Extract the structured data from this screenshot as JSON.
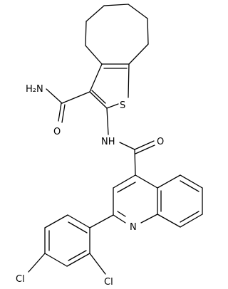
{
  "atoms": {
    "amide_nh2": "H₂N",
    "amide_o": "O",
    "sulfur": "S",
    "nh": "NH",
    "carbonyl_o": "O",
    "quinoline_n": "N",
    "cl_ortho": "Cl",
    "cl_para": "Cl"
  },
  "colors": {
    "bond": "#000000",
    "label": "#000000",
    "background": "#ffffff"
  }
}
